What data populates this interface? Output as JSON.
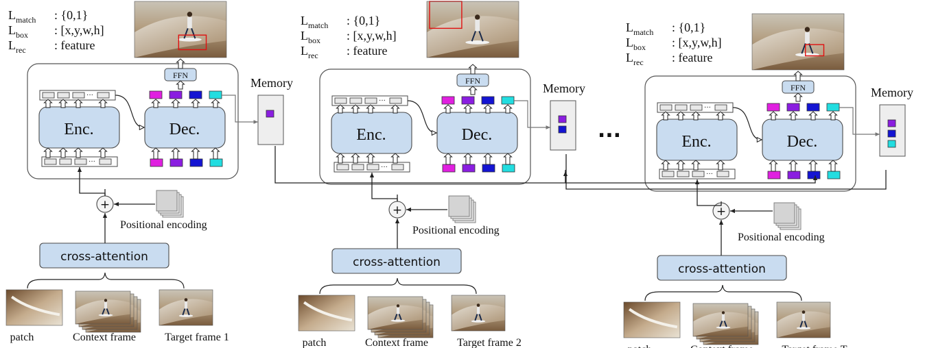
{
  "panels": [
    {
      "loss_labels": [
        {
          "main": "L",
          "sub": "match",
          "value": ": {0,1}"
        },
        {
          "main": "L",
          "sub": "box",
          "value": ": [x,y,w,h]"
        },
        {
          "main": "L",
          "sub": "rec",
          "value": ": feature"
        }
      ],
      "ffn_label": "FFN",
      "encoder_label": "Enc.",
      "decoder_label": "Dec.",
      "memory_label": "Memory",
      "memory_tokens": [
        "#8a1ee0"
      ],
      "plus_symbol": "+",
      "positional_encoding_label": "Positional encoding",
      "cross_attention_label": "cross-attention",
      "input_labels": {
        "patch": "patch",
        "context": "Context frame",
        "target": "Target frame 1"
      }
    },
    {
      "loss_labels": [
        {
          "main": "L",
          "sub": "match",
          "value": ": {0,1}"
        },
        {
          "main": "L",
          "sub": "box",
          "value": ": [x,y,w,h]"
        },
        {
          "main": "L",
          "sub": "rec",
          "value": ": feature"
        }
      ],
      "ffn_label": "FFN",
      "encoder_label": "Enc.",
      "decoder_label": "Dec.",
      "memory_label": "Memory",
      "memory_tokens": [
        "#8a1ee0",
        "#1414d2"
      ],
      "plus_symbol": "+",
      "positional_encoding_label": "Positional encoding",
      "cross_attention_label": "cross-attention",
      "input_labels": {
        "patch": "patch",
        "context": "Context frame",
        "target": "Target frame 2"
      }
    },
    {
      "loss_labels": [
        {
          "main": "L",
          "sub": "match",
          "value": ": {0,1}"
        },
        {
          "main": "L",
          "sub": "box",
          "value": ": [x,y,w,h]"
        },
        {
          "main": "L",
          "sub": "rec",
          "value": ": feature"
        }
      ],
      "ffn_label": "FFN",
      "encoder_label": "Enc.",
      "decoder_label": "Dec.",
      "memory_label": "Memory",
      "memory_tokens": [
        "#8a1ee0",
        "#1414d2",
        "#22dde0"
      ],
      "plus_symbol": "+",
      "positional_encoding_label": "Positional encoding",
      "cross_attention_label": "cross-attention",
      "input_labels": {
        "patch": "patch",
        "context": "Context frame",
        "target": "Target frame T"
      }
    }
  ],
  "ellipsis": "...",
  "token_colors": [
    "#e020e0",
    "#8a1ee0",
    "#1414d2",
    "#22dde0"
  ],
  "colors": {
    "module_fill": "#c9dcf0",
    "module_stroke": "#4a4a4a",
    "panel_stroke": "#555555",
    "memory_fill": "#eeeeee",
    "box_highlight": "#e01010"
  },
  "icons": [
    "surfing-photo",
    "plus-icon",
    "positional-encoding-stack-icon",
    "arrow-icon"
  ]
}
